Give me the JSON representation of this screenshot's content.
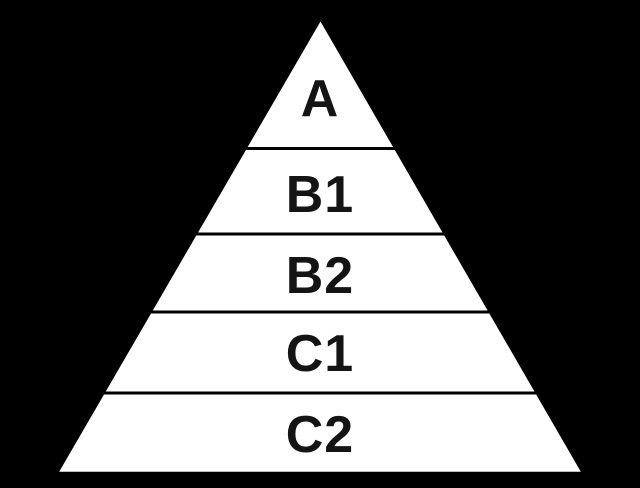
{
  "diagram": {
    "type": "pyramid",
    "background_color": "#000000",
    "level_fill": "#ffffff",
    "divider_color": "#000000",
    "label_color": "#141414",
    "levels": [
      {
        "label": "A"
      },
      {
        "label": "B1"
      },
      {
        "label": "B2"
      },
      {
        "label": "C1"
      },
      {
        "label": "C2"
      }
    ]
  }
}
